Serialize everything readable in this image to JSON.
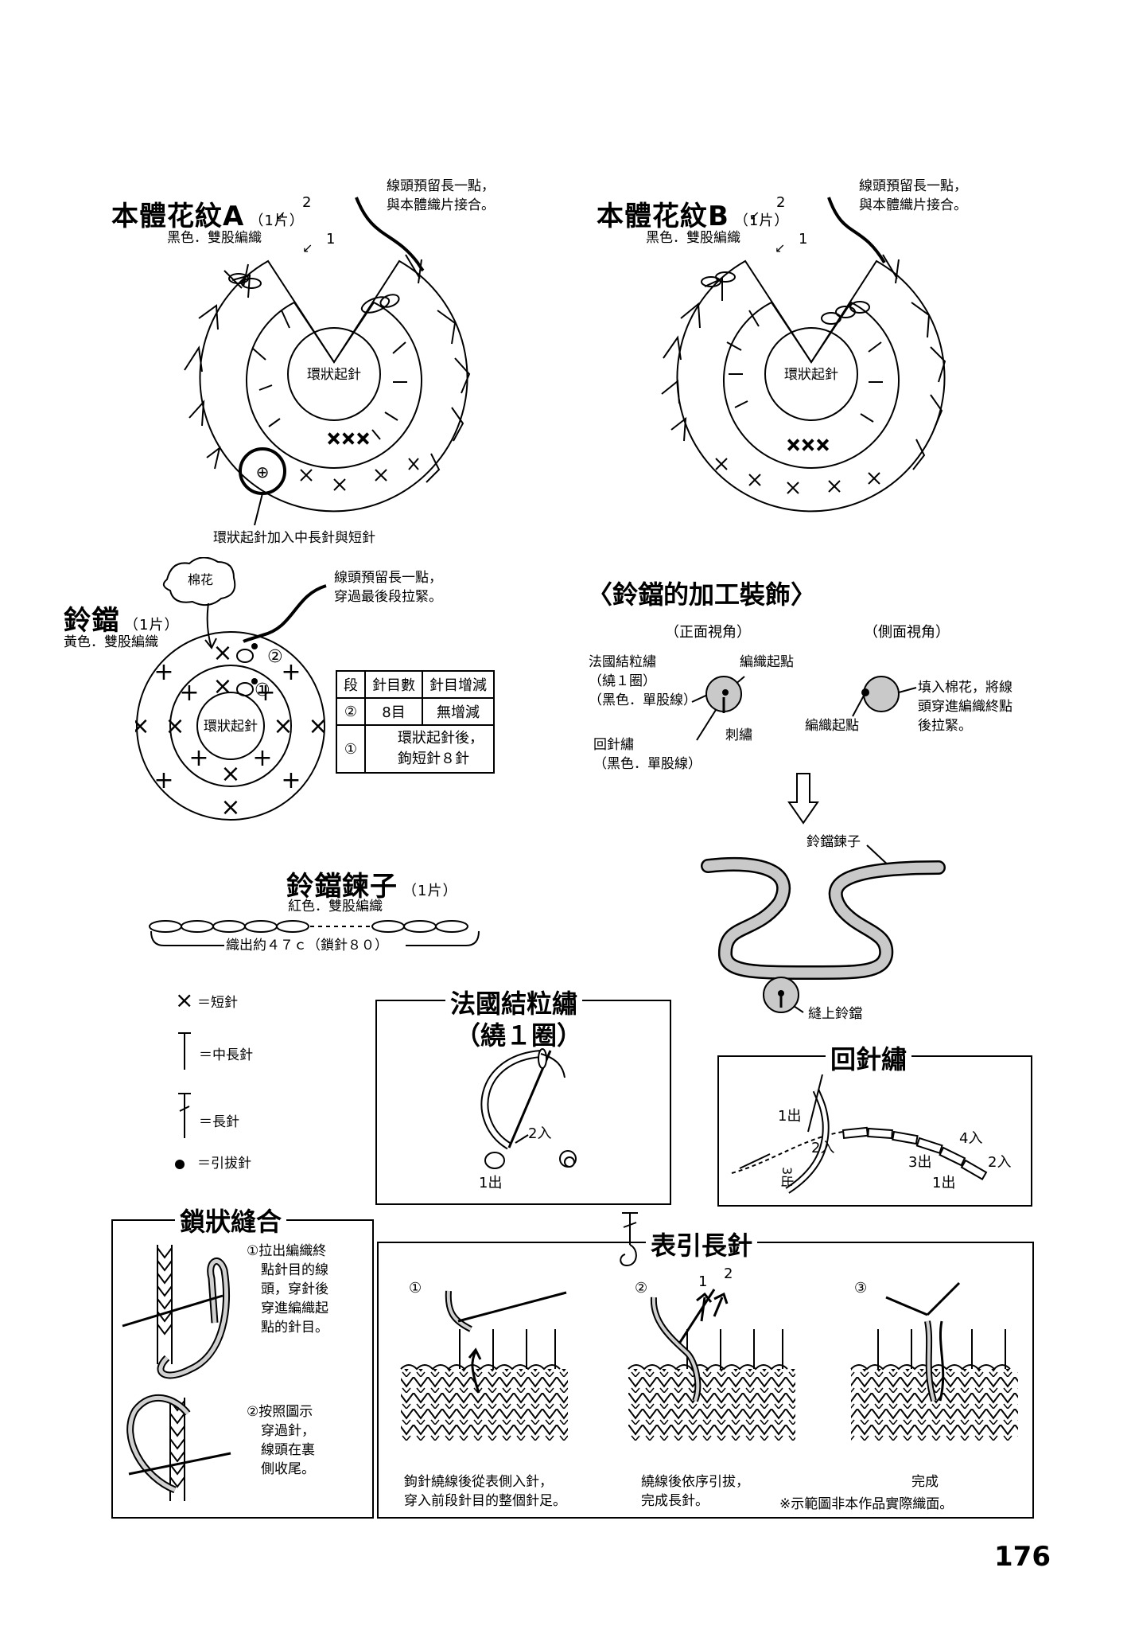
{
  "patternA": {
    "title": "本體花紋A",
    "count": "（1片）",
    "sub": "黑色．雙股編織",
    "note": [
      "線頭預留長一點，",
      "與本體織片接合。"
    ],
    "center": "環狀起針",
    "callout": "環狀起針加入中長針與短針",
    "row1": "1",
    "row2": "2"
  },
  "patternB": {
    "title": "本體花紋B",
    "count": "（1片）",
    "sub": "黑色．雙股編織",
    "note": [
      "線頭預留長一點，",
      "與本體織片接合。"
    ],
    "center": "環狀起針",
    "row1": "1",
    "row2": "2"
  },
  "bell": {
    "title": "鈴鐺",
    "count": "（1片）",
    "sub": "黃色．雙股編織",
    "cotton": "棉花",
    "note": [
      "線頭預留長一點，",
      "穿過最後段拉緊。"
    ],
    "center": "環狀起針",
    "r1": "①",
    "r2": "②",
    "table": {
      "headers": [
        "段",
        "針目數",
        "針目增減"
      ],
      "rows": [
        {
          "row": "②",
          "count": "8目",
          "change": "無增減"
        },
        {
          "row": "①",
          "text": [
            "環狀起針後，",
            "鉤短針８針"
          ]
        }
      ]
    }
  },
  "finish": {
    "title": "〈鈴鐺的加工裝飾〉",
    "front": "（正面視角）",
    "side": "（側面視角）",
    "french": [
      "法國結粒繡",
      "（繞１圈）",
      "（黑色．單股線）"
    ],
    "start1": "編織起點",
    "stitch": "刺繡",
    "back": [
      "回針繡",
      "（黑色．單股線）"
    ],
    "start2": "編織起點",
    "stuff": [
      "填入棉花，將線",
      "頭穿進編織終點",
      "後拉緊。"
    ],
    "chain_label": "鈴鐺鍊子",
    "sew": "縫上鈴鐺"
  },
  "chain": {
    "title": "鈴鐺鍊子",
    "count": "（1片）",
    "sub": "紅色．雙股編織",
    "measure": "織出約４７ｃ（鎖針８０）"
  },
  "legend": [
    {
      "icon": "single-crochet-icon",
      "text": "＝短針"
    },
    {
      "icon": "half-double-crochet-icon",
      "text": "＝中長針"
    },
    {
      "icon": "double-crochet-icon",
      "text": "＝長針"
    },
    {
      "icon": "slip-stitch-icon",
      "text": "＝引拔針"
    }
  ],
  "frenchKnot": {
    "title1": "法國結粒繡",
    "title2": "（繞１圈）",
    "in": "2入",
    "out": "1出"
  },
  "backStitch": {
    "title": "回針繡",
    "l1": "1出",
    "l2": "2入",
    "l3": "3出",
    "l3v": "3出",
    "l4": "4入",
    "l5": "2入",
    "l6": "1出"
  },
  "chainJoin": {
    "title": "鎖狀縫合",
    "step1": [
      "①拉出編織終",
      "點針目的線",
      "頭，穿針後",
      "穿進編織起",
      "點的針目。"
    ],
    "step2": [
      "②按照圖示",
      "穿過針，",
      "線頭在裏",
      "側收尾。"
    ]
  },
  "frontPost": {
    "title": "表引長針",
    "n1": "①",
    "n2": "②",
    "n3": "③",
    "a1": "1",
    "a2": "2",
    "cap1": [
      "鉤針繞線後從表側入針，",
      "穿入前段針目的整個針足。"
    ],
    "cap2": [
      "繞線後依序引拔，",
      "完成長針。"
    ],
    "cap3": "完成",
    "disclaimer": "※示範圖非本作品實際織面。"
  },
  "page": "176"
}
